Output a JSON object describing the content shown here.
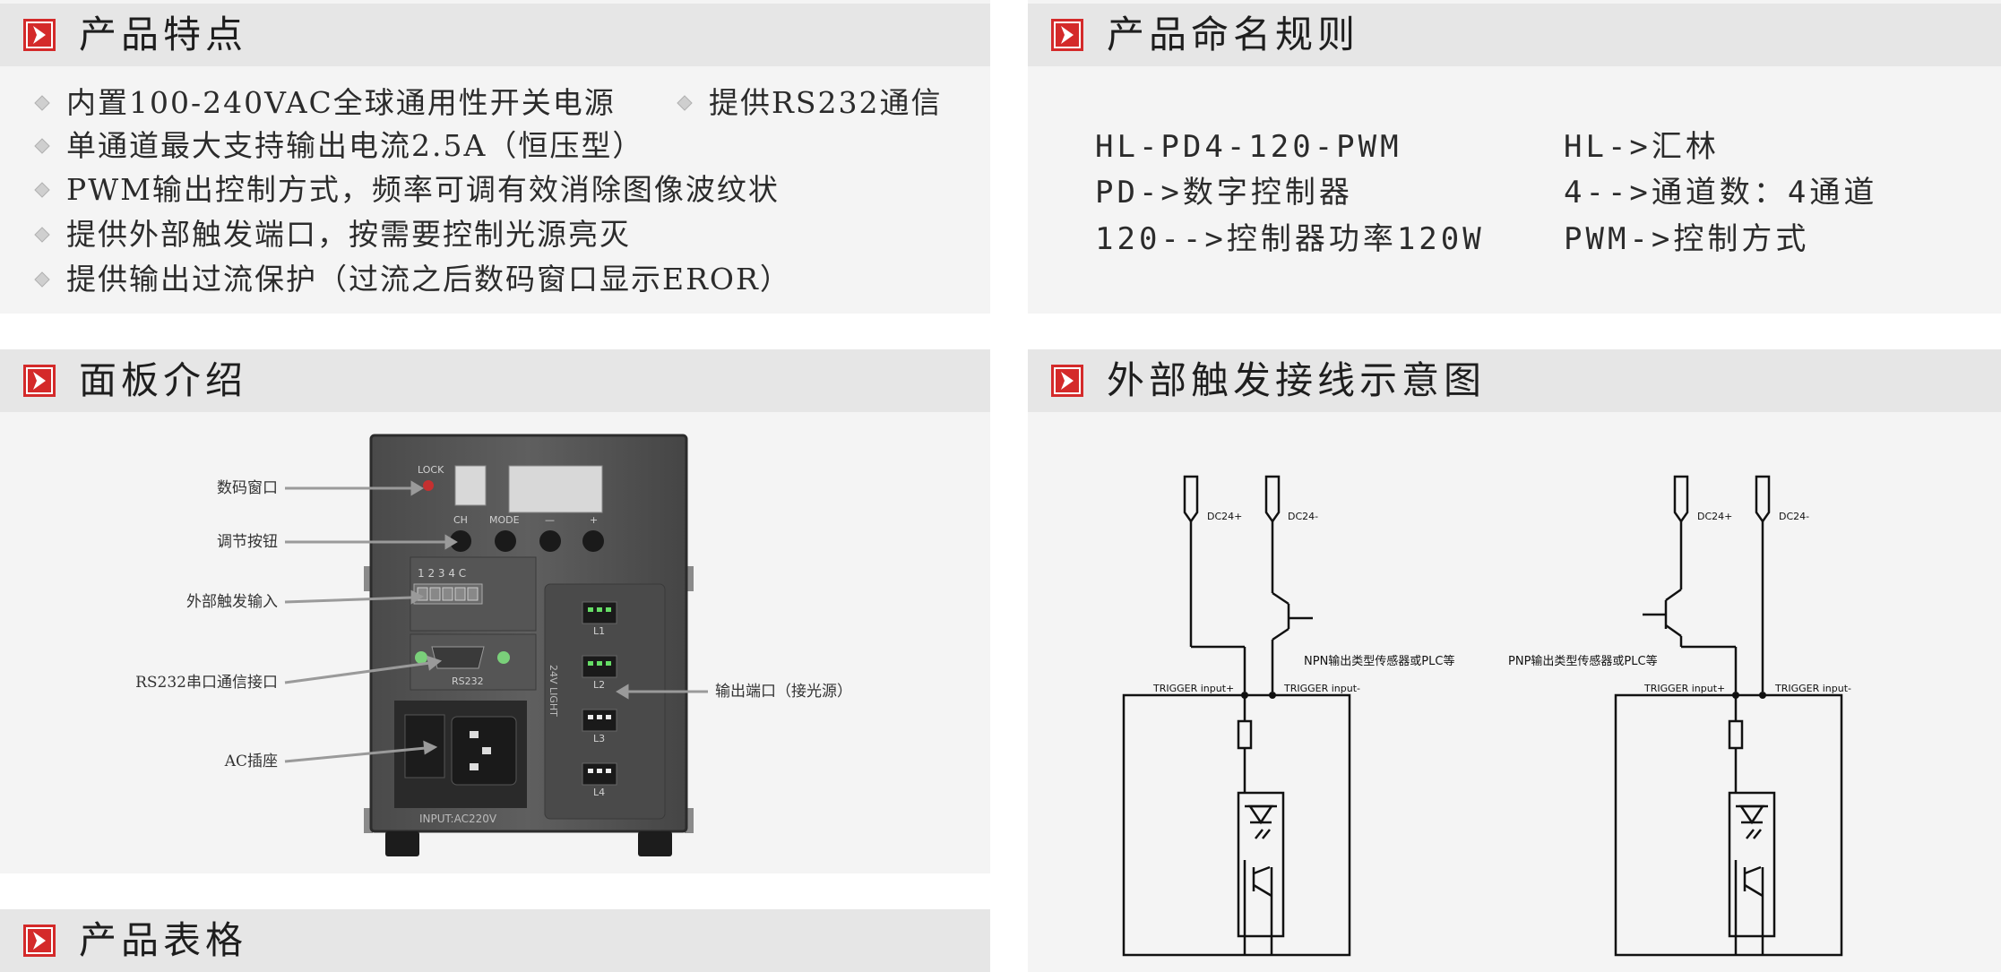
{
  "sections": {
    "features": {
      "title": "产品特点"
    },
    "naming": {
      "title": "产品命名规则"
    },
    "panel": {
      "title": "面板介绍"
    },
    "wiring": {
      "title": "外部触发接线示意图"
    },
    "spec": {
      "title": "产品表格"
    }
  },
  "features": [
    "内置100-240VAC全球通用性开关电源",
    "提供RS232通信",
    "单通道最大支持输出电流2.5A（恒压型）",
    "PWM输出控制方式，频率可调有效消除图像波纹状",
    "提供外部触发端口，按需要控制光源亮灭",
    "提供输出过流保护（过流之后数码窗口显示EROR）"
  ],
  "naming": {
    "left": [
      "HL-PD4-120-PWM",
      "PD->数字控制器",
      "120-->控制器功率120W"
    ],
    "right": [
      "HL->汇林",
      "4-->通道数：4通道",
      "PWM->控制方式"
    ]
  },
  "panel_callouts": {
    "display": "数码窗口",
    "buttons": "调节按钮",
    "trigger_input": "外部触发输入",
    "rs232": "RS232串口通信接口",
    "ac_socket": "AC插座",
    "output": "输出端口（接光源）"
  },
  "device": {
    "lock": "LOCK",
    "buttons": [
      "CH",
      "MODE",
      "—",
      "+"
    ],
    "channels": "1 2 3 4 C",
    "rs232": "RS232",
    "outputs": [
      "L1",
      "L2",
      "L3",
      "L4"
    ],
    "side": "24V LIGHT",
    "input": "INPUT:AC220V"
  },
  "wiring": {
    "npn": {
      "dcp": "DC24+",
      "dcm": "DC24-",
      "note": "NPN输出类型传感器或PLC等",
      "tp": "TRIGGER input+",
      "tm": "TRIGGER input-"
    },
    "pnp": {
      "dcp": "DC24+",
      "dcm": "DC24-",
      "note": "PNP输出类型传感器或PLC等",
      "tp": "TRIGGER input+",
      "tm": "TRIGGER input-"
    }
  },
  "colors": {
    "accent": "#d42a2a",
    "header_bg": "#e6e6e6",
    "panel_bg": "#f4f4f4"
  }
}
